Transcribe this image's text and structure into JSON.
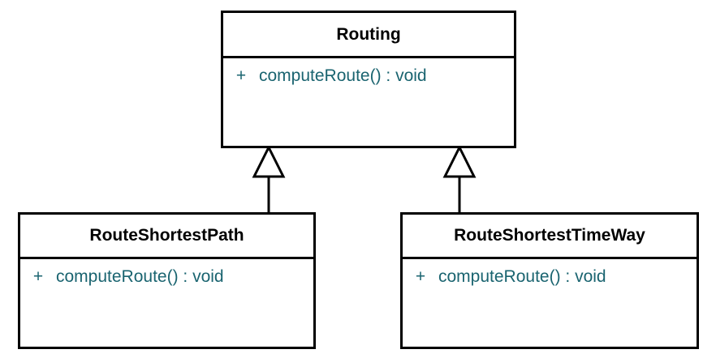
{
  "diagram": {
    "type": "uml-class-diagram",
    "background_color": "#ffffff",
    "border_color": "#000000",
    "title_color": "#000000",
    "member_color": "#1a6470",
    "classes": [
      {
        "id": "routing",
        "name": "Routing",
        "role": "superclass",
        "members": [
          {
            "visibility": "+",
            "signature": "computeRoute() : void"
          }
        ]
      },
      {
        "id": "route-shortest-path",
        "name": "RouteShortestPath",
        "role": "subclass",
        "members": [
          {
            "visibility": "+",
            "signature": "computeRoute() : void"
          }
        ]
      },
      {
        "id": "route-shortest-time-way",
        "name": "RouteShortestTimeWay",
        "role": "subclass",
        "members": [
          {
            "visibility": "+",
            "signature": "computeRoute() : void"
          }
        ]
      }
    ],
    "relationships": [
      {
        "id": "gen-left",
        "kind": "generalization",
        "from": "RouteShortestPath",
        "to": "Routing",
        "arrow": "hollow-triangle"
      },
      {
        "id": "gen-right",
        "kind": "generalization",
        "from": "RouteShortestTimeWay",
        "to": "Routing",
        "arrow": "hollow-triangle"
      }
    ]
  }
}
